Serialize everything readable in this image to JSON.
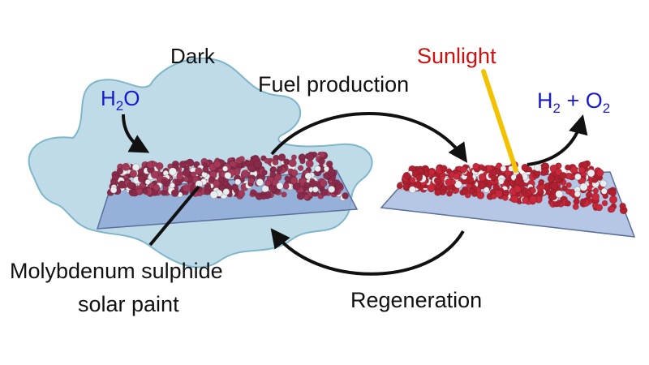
{
  "labels": {
    "dark": "Dark",
    "water_base": "H",
    "water_sub": "2",
    "water_tail": "O",
    "fuel_production": "Fuel production",
    "sunlight": "Sunlight",
    "products_h": "H",
    "products_h_sub": "2",
    "products_plus": " + O",
    "products_o_sub": "2",
    "material_line1": "Molybdenum sulphide",
    "material_line2": "solar paint",
    "regeneration": "Regeneration"
  },
  "colors": {
    "text": "#111111",
    "chemical": "#1a1acc",
    "sunlight": "#cc1111",
    "sun_ray": "#f2c200",
    "dark_cloud": "#a9cfe0",
    "dark_cloud_edge": "#7fb6cc",
    "substrate": "#8ea9d6",
    "particle_dark": "#8a2a4a",
    "particle_light": "#c8283a",
    "particle_white": "#e8eef0",
    "arrow": "#111111"
  },
  "icons": [
    "arrow-icon",
    "sun-ray-icon"
  ]
}
